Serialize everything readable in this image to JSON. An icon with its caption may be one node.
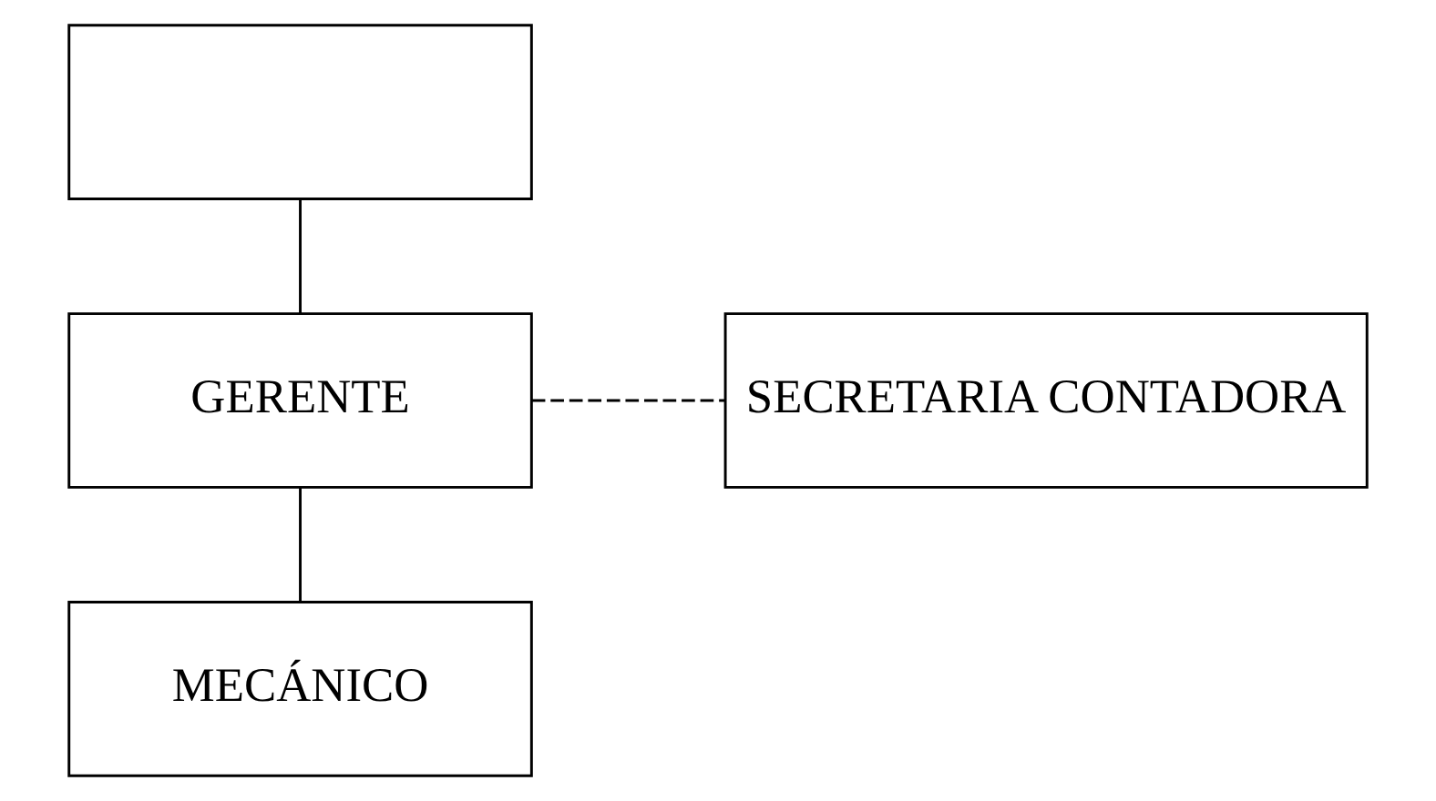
{
  "diagram": {
    "nodes": [
      {
        "text": [],
        "shape": "box"
      },
      {
        "text": [
          "GERENTE"
        ]
      },
      {
        "text": [
          "SECRETARIA CONTADORA"
        ]
      },
      {
        "text": [
          "MECÁNICO"
        ]
      }
    ],
    "edges": [
      {
        "from": 0,
        "to": 1,
        "arrow": "none"
      },
      {
        "from": 1,
        "to": 2,
        "arrow": "none",
        "style": "dashed"
      },
      {
        "from": 1,
        "to": 3,
        "arrow": "none"
      }
    ]
  }
}
